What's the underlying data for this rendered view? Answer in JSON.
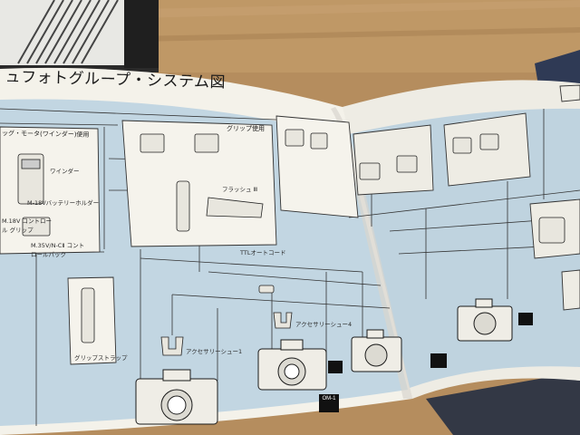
{
  "page": {
    "title": "ュフォトグループ・システム図"
  },
  "labels": {
    "motor_winder": "ッグ・モータ(ワインダー)使用",
    "grip_use": "グリップ使用",
    "winder": "ワインダー",
    "battery_holder": "M-18Vバッテリーホルダー",
    "control_grip": "M.18V コントロール グリップ",
    "control_pack": "M.35V/N-CⅡ コントロールパック",
    "grip_strap": "グリップストラップ",
    "accessory_shoe": "アクセサリーシュー1",
    "accessory_shoe_4": "アクセサリーシュー4",
    "ttl_cord": "TTLオートコード",
    "flash_bracket": "フラッシュ Ⅲ",
    "brand_badge": "OM-1"
  }
}
